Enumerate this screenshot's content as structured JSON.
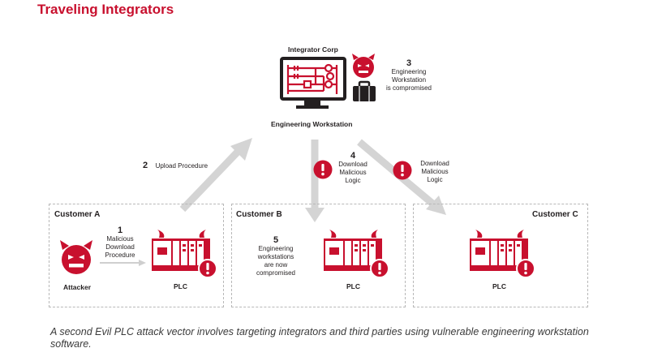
{
  "title": "Traveling Integrators",
  "integrator": {
    "name": "Integrator Corp",
    "workstation_label": "Engineering Workstation"
  },
  "steps": [
    {
      "num": "1",
      "text": [
        "Malicious",
        "Download",
        "Procedure"
      ]
    },
    {
      "num": "2",
      "text": [
        "Upload Procedure"
      ]
    },
    {
      "num": "3",
      "text": [
        "Engineering",
        "Workstation",
        "is compromised"
      ]
    },
    {
      "num": "4",
      "text": [
        "Download",
        "Malicious",
        "Logic"
      ]
    },
    {
      "num": "5",
      "text": [
        "Engineering",
        "workstations",
        "are now",
        "compromised"
      ]
    }
  ],
  "download_c": [
    "Download",
    "Malicious",
    "Logic"
  ],
  "customers": {
    "a": {
      "name": "Customer A",
      "attacker_label": "Attacker",
      "plc_label": "PLC"
    },
    "b": {
      "name": "Customer B",
      "plc_label": "PLC"
    },
    "c": {
      "name": "Customer C",
      "plc_label": "PLC"
    }
  },
  "caption": "A second Evil PLC attack vector involves targeting integrators and third parties using vulnerable engineering workstation software.",
  "colors": {
    "accent": "#c8102e",
    "arrow": "#d4d4d4",
    "text": "#231f20"
  }
}
